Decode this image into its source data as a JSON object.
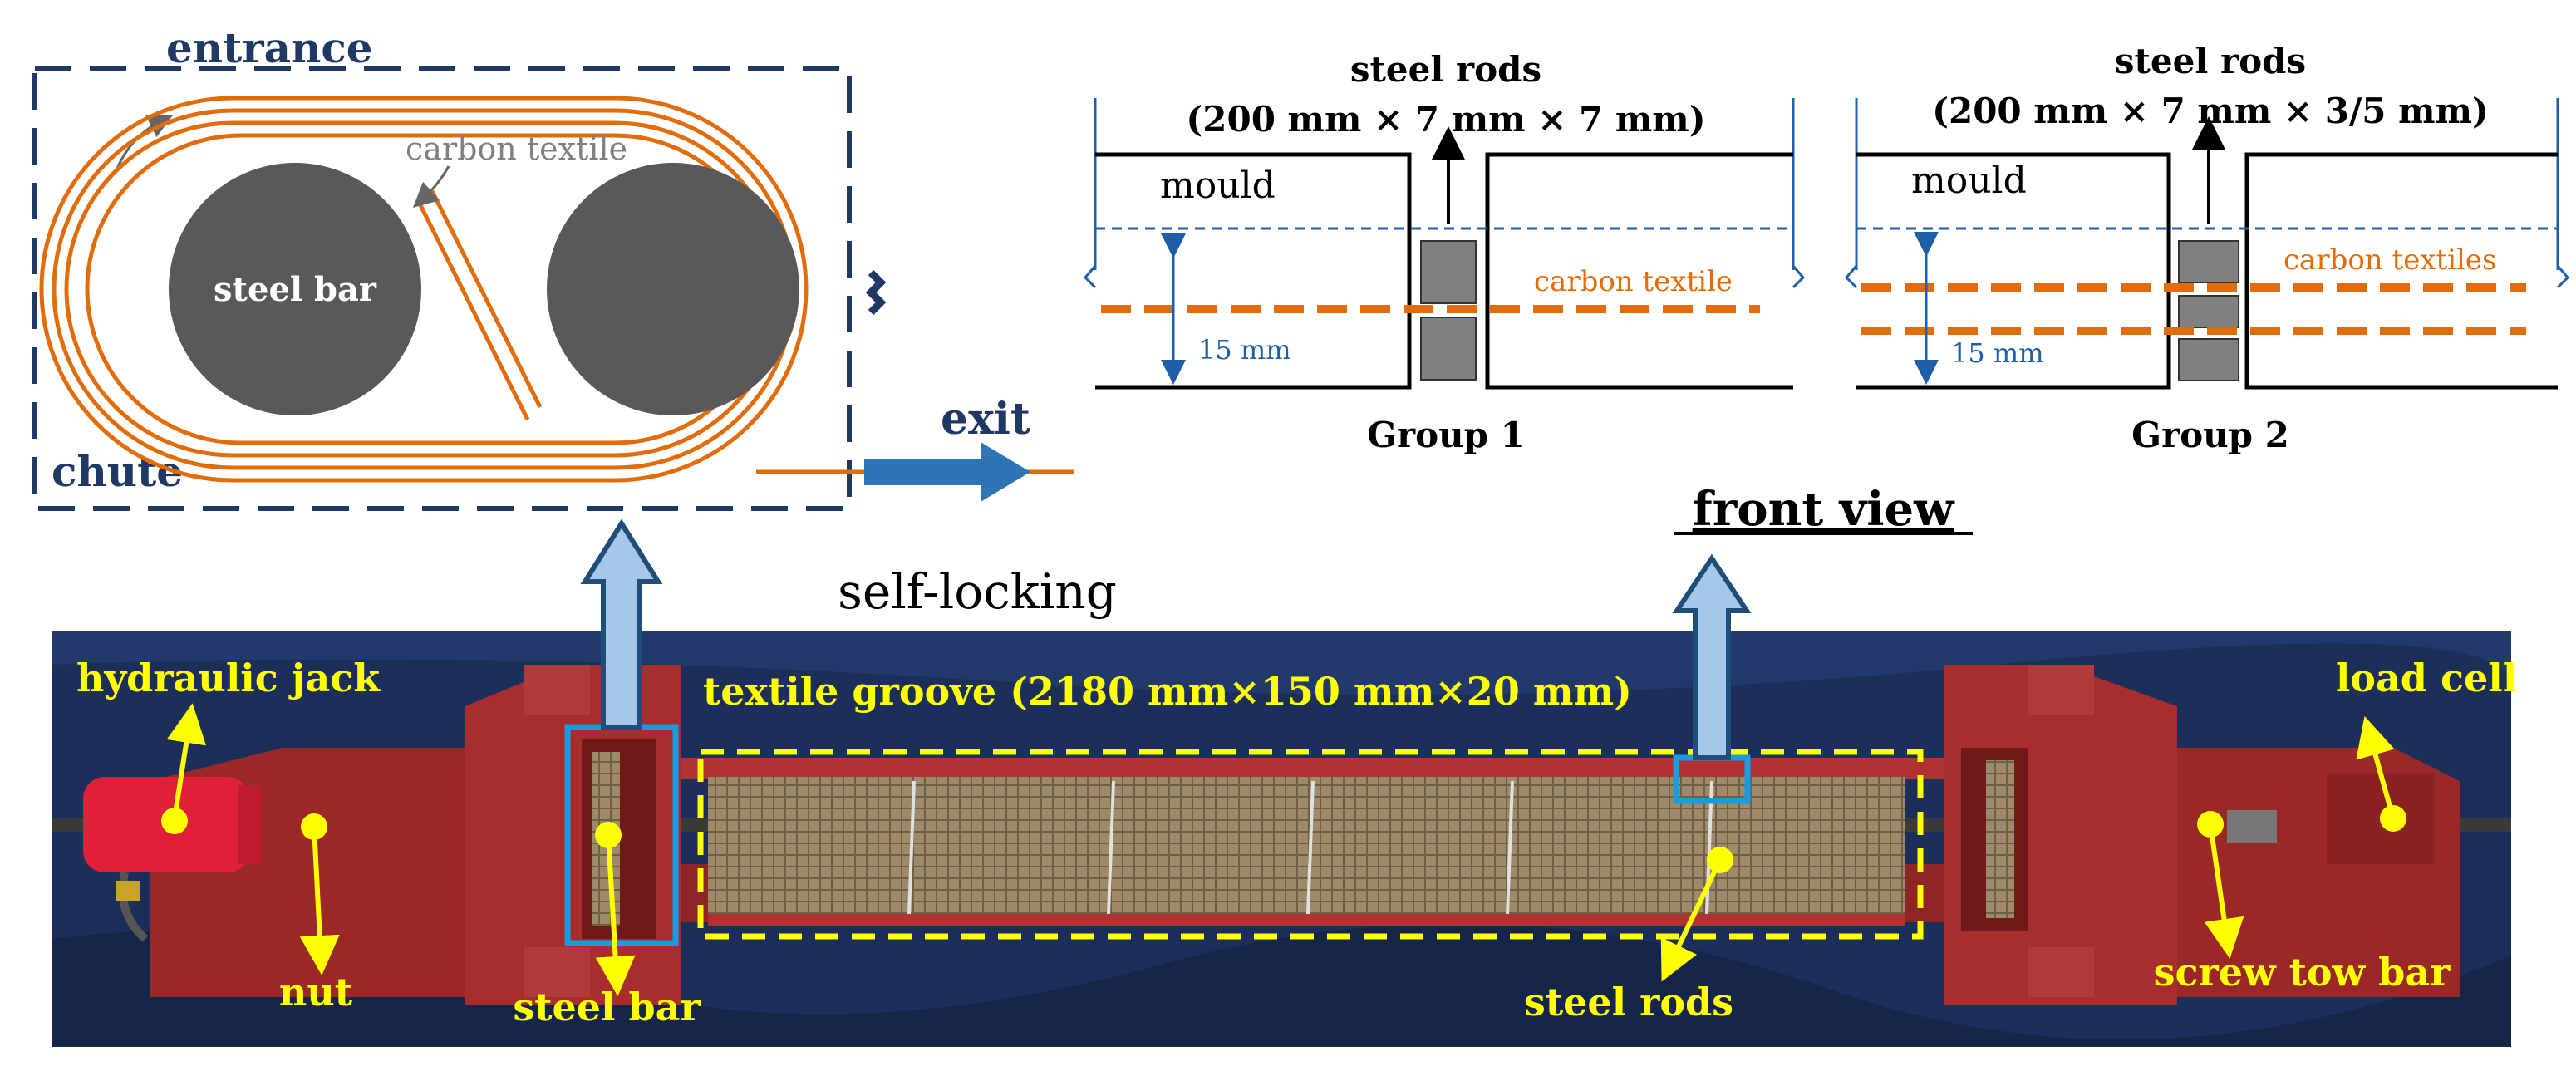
{
  "colors": {
    "navy": "#1f3864",
    "orange": "#e36c0a",
    "steel": "#595959",
    "mid_gray": "#808080",
    "blue_label": "#1f5fa8",
    "exit_blue": "#2e75b6",
    "yellow": "#ffff00",
    "frame_red": "#a32a2a",
    "tarp": "#1b2f5a",
    "textile": "#9c8a68",
    "callout_blue": "#1a9be0",
    "arrow_fill": "#a6c8e8",
    "arrow_stroke": "#1f4e79"
  },
  "top_left": {
    "entrance": "entrance",
    "chute": "chute",
    "carbon_textile": "carbon textile",
    "steel_bar": "steel bar",
    "exit": "exit"
  },
  "group1": {
    "rods_title": "steel rods",
    "rods_dims": "(200 mm × 7 mm × 7 mm)",
    "mould": "mould",
    "carbon_label": "carbon textile",
    "depth": "15 mm",
    "group_label": "Group 1"
  },
  "group2": {
    "rods_title": "steel rods",
    "rods_dims": "(200 mm × 7 mm × 3/5 mm)",
    "mould": "mould",
    "carbon_label": "carbon textiles",
    "depth": "15 mm",
    "group_label": "Group 2"
  },
  "middle": {
    "front_view": "front view",
    "self_locking": "self-locking"
  },
  "photo": {
    "hydraulic_jack": "hydraulic jack",
    "nut": "nut",
    "steel_bar": "steel bar",
    "groove": "textile groove (2180 mm×150 mm×20 mm)",
    "steel_rods": "steel rods",
    "load_cell": "load cell",
    "screw_tow_bar": "screw tow bar"
  }
}
